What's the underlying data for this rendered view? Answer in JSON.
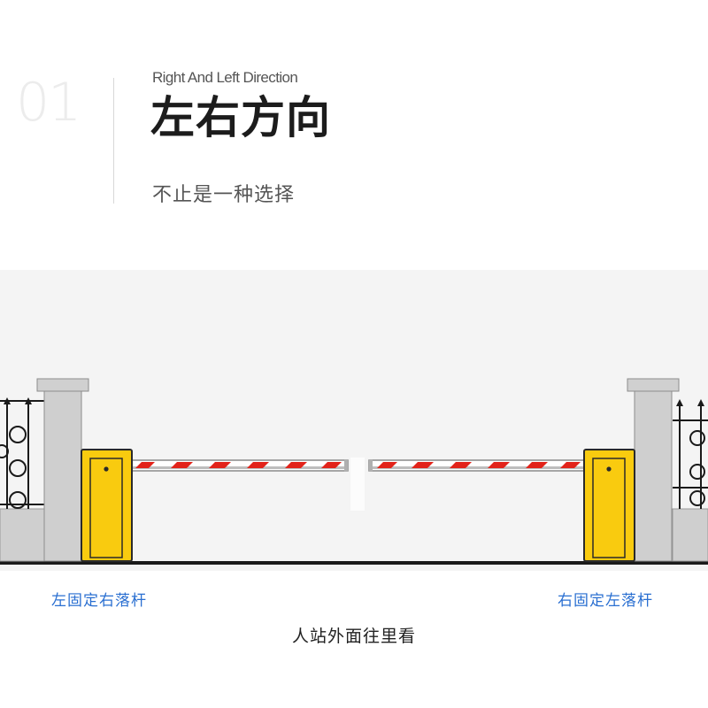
{
  "header": {
    "section_number": "01",
    "subtitle_en": "Right And Left Direction",
    "title_cn": "左右方向",
    "tagline": "不止是一种选择"
  },
  "captions": {
    "left": "左固定右落杆",
    "right": "右固定左落杆",
    "viewpoint": "人站外面往里看"
  },
  "colors": {
    "cabinet_yellow": "#f9cb0f",
    "boom_red": "#e2231a",
    "caption_blue": "#2a6fd1"
  }
}
